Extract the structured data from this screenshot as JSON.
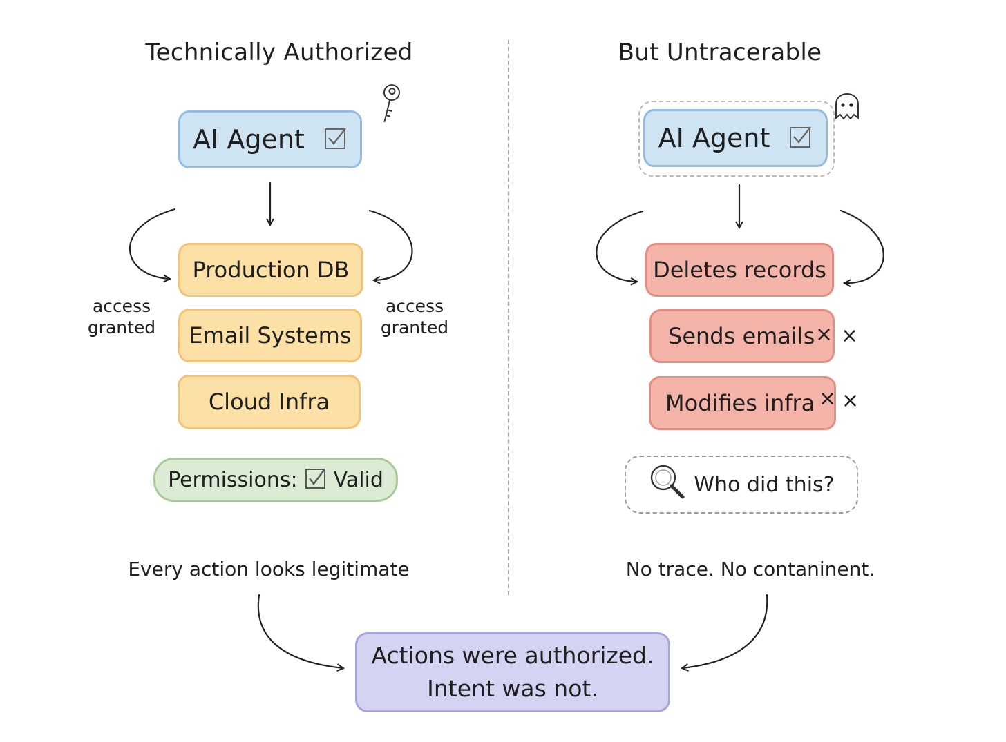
{
  "left_panel": {
    "heading": "Technically Authorized",
    "agent_label": "AI Agent",
    "targets": [
      "Production DB",
      "Email Systems",
      "Cloud Infra"
    ],
    "side_labels": [
      [
        "access",
        "granted"
      ],
      [
        "access",
        "granted"
      ]
    ],
    "permissions_label": "Permissions:",
    "permissions_value": "Valid",
    "caption": "Every action looks legitimate"
  },
  "right_panel": {
    "heading": "But Untracerable",
    "agent_label": "AI Agent",
    "actions": [
      "Deletes records",
      "Sends emails",
      "Modifies infra"
    ],
    "x_mark": "×",
    "question": "Who did this?",
    "caption": "No trace. No contaninent."
  },
  "conclusion": {
    "line1": "Actions were authorized.",
    "line2": "Intent was not."
  },
  "colors": {
    "agent_fill": "#cfe4f3",
    "resource_fill": "#fde0a6",
    "action_fill": "#f5b4a9",
    "permission_fill": "#dcebd4",
    "conclusion_fill": "#d5d3f2"
  },
  "icons": [
    "key-icon",
    "ghost-icon",
    "checkbox-icon",
    "magnifier-icon",
    "x-icon"
  ]
}
